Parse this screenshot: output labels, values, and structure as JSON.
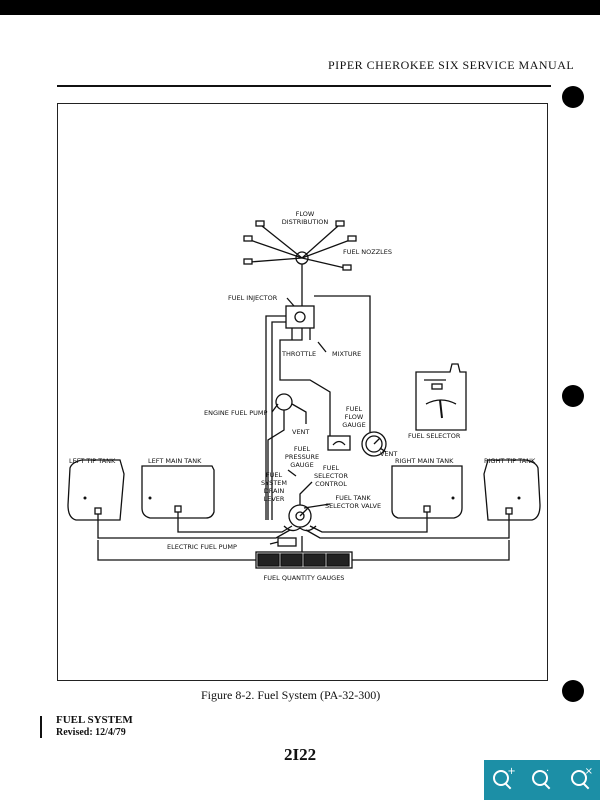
{
  "header": {
    "manual_title": "PIPER CHEROKEE SIX SERVICE MANUAL"
  },
  "diagram": {
    "labels": {
      "flow_distribution": [
        "FLOW",
        "DISTRIBUTION"
      ],
      "fuel_nozzles": "FUEL NOZZLES",
      "fuel_injector": "FUEL INJECTOR",
      "throttle": "THROTTLE",
      "mixture": "MIXTURE",
      "engine_fuel_pump": "ENGINE FUEL PUMP",
      "vent_upper": "VENT",
      "fuel_flow_gauge": [
        "FUEL",
        "FLOW",
        "GAUGE"
      ],
      "vent_lower": "VENT",
      "fuel_selector": "FUEL SELECTOR",
      "left_tip_tank": "LEFT TIP TANK",
      "left_main_tank": "LEFT MAIN TANK",
      "right_main_tank": "RIGHT MAIN TANK",
      "right_tip_tank": "RIGHT TIP TANK",
      "fuel_pressure_gauge": [
        "FUEL",
        "PRESSURE",
        "GAUGE"
      ],
      "fuel_selector_control": [
        "FUEL",
        "SELECTOR",
        "CONTROL"
      ],
      "fuel_system_drain_lever": [
        "FUEL",
        "SYSTEM",
        "DRAIN",
        "LEVER"
      ],
      "fuel_tank_selector_valve": [
        "FUEL TANK",
        "SELECTOR VALVE"
      ],
      "electric_fuel_pump": "ELECTRIC FUEL PUMP",
      "fuel_quantity_gauges": "FUEL QUANTITY GAUGES"
    }
  },
  "caption": "Figure 8-2.  Fuel System (PA-32-300)",
  "footer": {
    "section_title": "FUEL SYSTEM",
    "revised": "Revised: 12/4/79",
    "page_number": "2I22"
  },
  "viewer": {
    "icons": [
      "zoom-in-icon",
      "zoom-reset-icon",
      "zoom-out-icon"
    ]
  }
}
